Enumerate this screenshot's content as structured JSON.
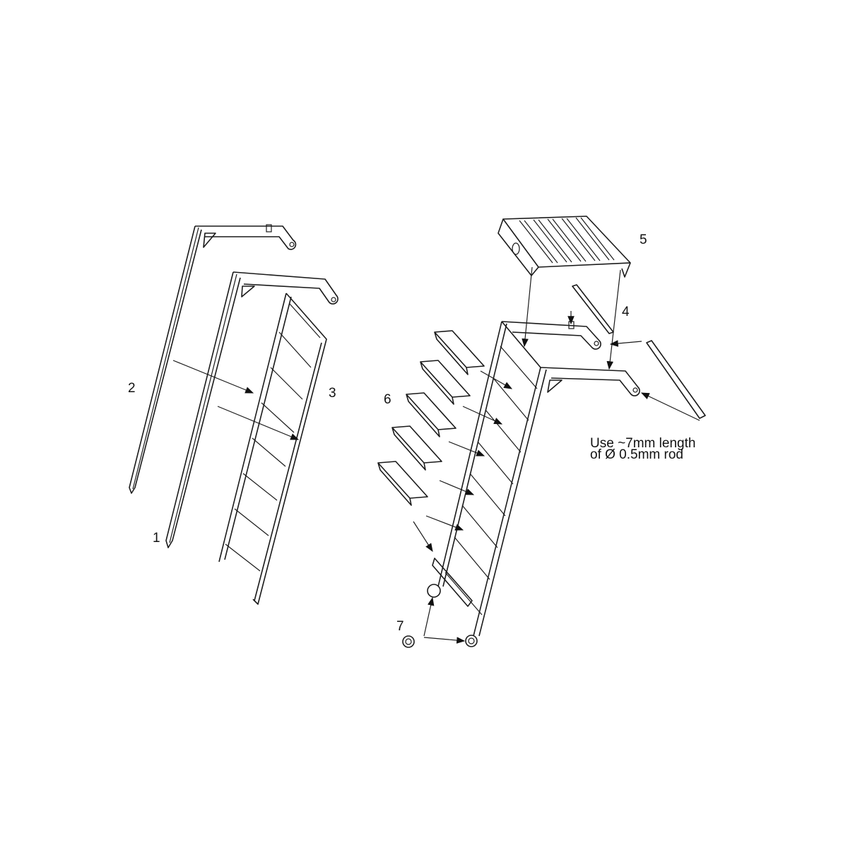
{
  "labels": {
    "part1": "1",
    "part2": "2",
    "part3": "3",
    "part4": "4",
    "part5": "5",
    "part6": "6",
    "part7": "7"
  },
  "note": {
    "line1": "Use ~7mm length",
    "line2": "of Ø 0.5mm rod"
  }
}
